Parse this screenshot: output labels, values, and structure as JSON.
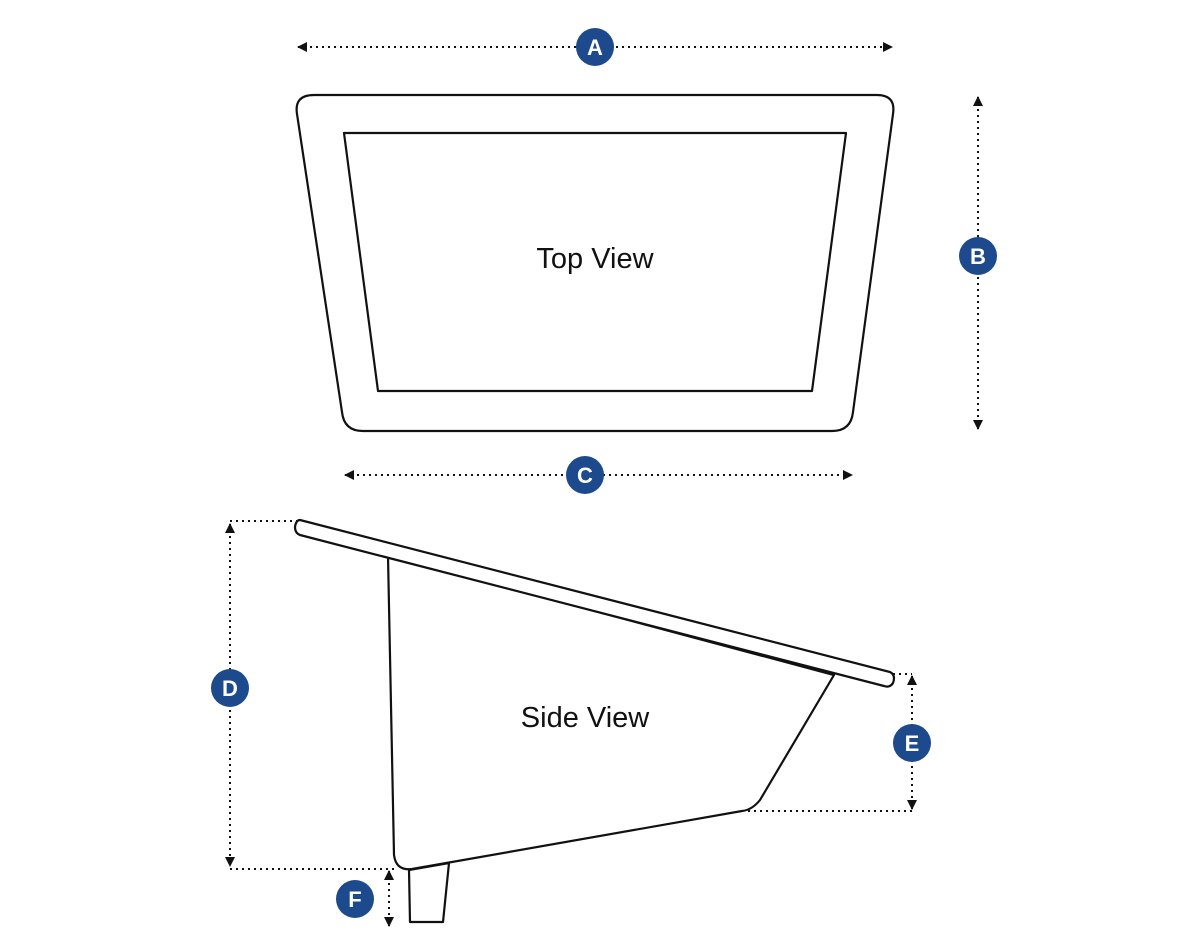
{
  "top_view": {
    "label": "Top View"
  },
  "side_view": {
    "label": "Side View"
  },
  "dimensions": {
    "a": "A",
    "b": "B",
    "c": "C",
    "d": "D",
    "e": "E",
    "f": "F"
  },
  "colors": {
    "badge": "#1d4a8c",
    "line": "#111111"
  }
}
